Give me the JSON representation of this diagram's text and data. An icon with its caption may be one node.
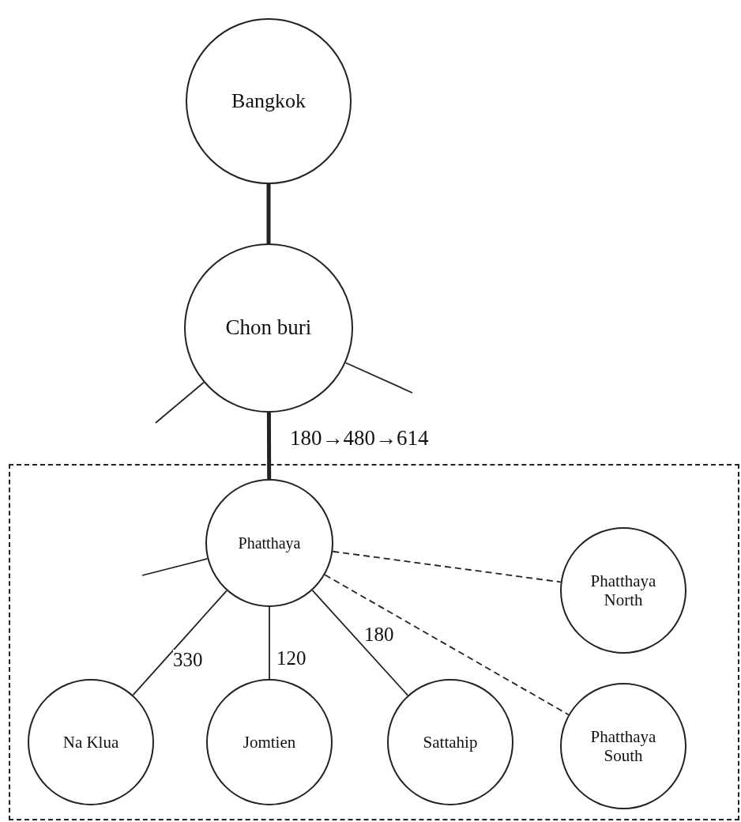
{
  "diagram": {
    "nodes": [
      {
        "text": [
          "Bangkok"
        ]
      },
      {
        "text": [
          "Chon buri"
        ]
      },
      {
        "text": [],
        "shape": "box"
      },
      {
        "text": [
          "Phatthaya"
        ],
        "in": 2
      },
      {
        "text": [
          "Phatthaya North"
        ],
        "in": 2
      },
      {
        "text": [
          "Na Klua"
        ],
        "in": 2
      },
      {
        "text": [
          "Jomtien"
        ],
        "in": 2
      },
      {
        "text": [
          "Sattahip"
        ],
        "in": 2
      },
      {
        "text": [
          "Phatthaya South"
        ],
        "in": 2
      }
    ],
    "edges": [
      {
        "from": 0,
        "to": 1,
        "arrow": "none",
        "style": "thick"
      },
      {
        "from": 1,
        "to": null,
        "arrow": "none"
      },
      {
        "from": 1,
        "to": null,
        "arrow": "none"
      },
      {
        "from": 1,
        "to": 3,
        "arrow": "none",
        "style": "thick",
        "label": "180→480→614"
      },
      {
        "from": 3,
        "to": null,
        "arrow": "none"
      },
      {
        "from": 3,
        "to": 5,
        "arrow": "none",
        "label": "330"
      },
      {
        "from": 3,
        "to": 6,
        "arrow": "none",
        "label": "120"
      },
      {
        "from": 3,
        "to": 7,
        "arrow": "none",
        "label": "180"
      },
      {
        "from": 3,
        "to": 4,
        "arrow": "none",
        "style": "dashed"
      },
      {
        "from": 3,
        "to": 8,
        "arrow": "none",
        "style": "dashed"
      }
    ]
  }
}
